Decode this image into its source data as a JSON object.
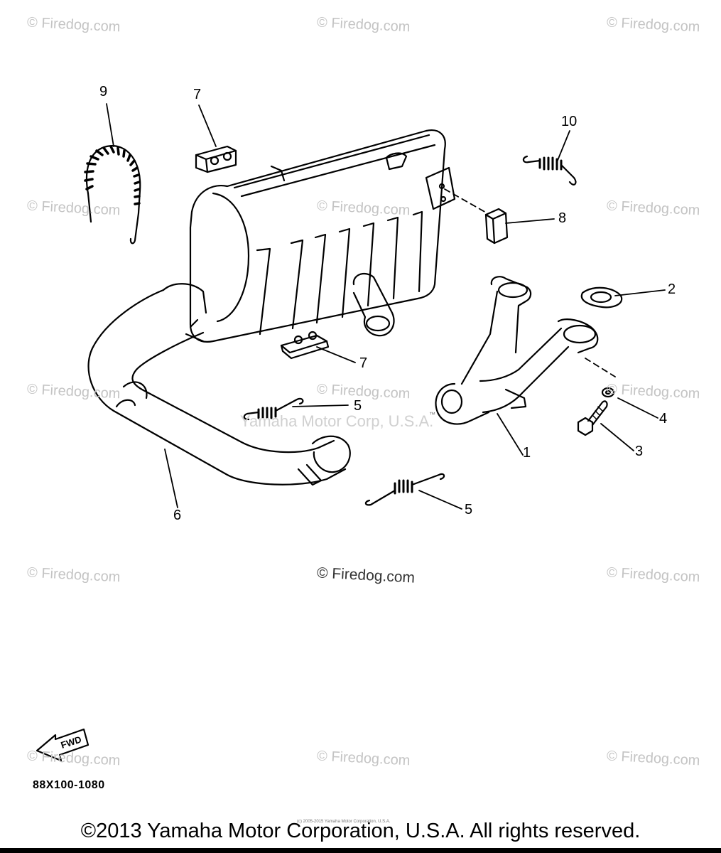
{
  "watermark_text": "© Firedog.com",
  "center_watermark": "© Firedog.com",
  "faint_watermark": "Yamaha Motor Corp, U.S.A.",
  "trademark": "™",
  "callouts": [
    "9",
    "7",
    "10",
    "8",
    "2",
    "7",
    "5",
    "4",
    "3",
    "1",
    "5",
    "6"
  ],
  "fwd_label": "FWD",
  "diagram_code": "88X100-1080",
  "small_copyright": "(c) 2005-2015 Yamaha Motor Corporation, U.S.A.",
  "copyright": "©2013 Yamaha Motor Corporation, U.S.A. All rights reserved."
}
